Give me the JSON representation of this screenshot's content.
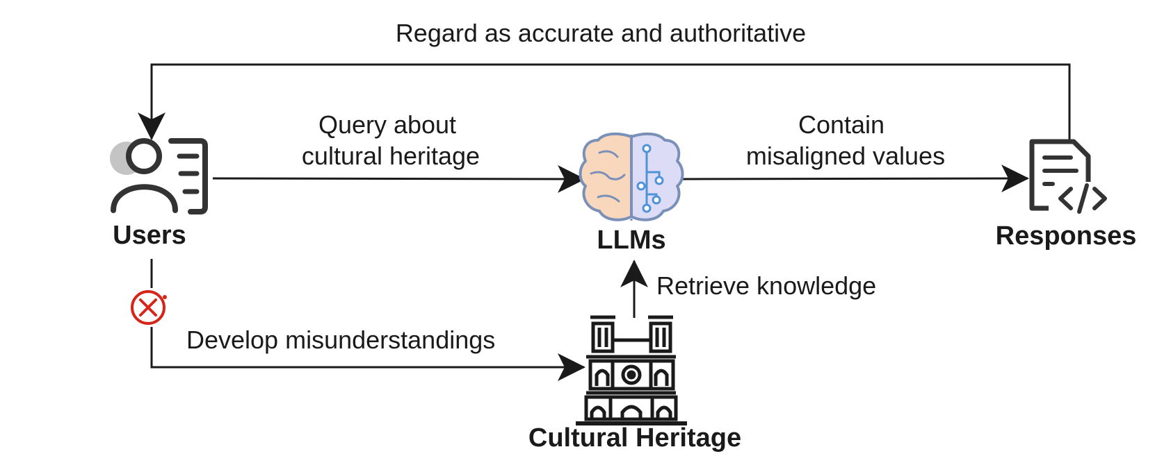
{
  "nodes": {
    "users": {
      "label": "Users"
    },
    "llms": {
      "label": "LLMs"
    },
    "responses": {
      "label": "Responses"
    },
    "heritage": {
      "label": "Cultural Heritage"
    }
  },
  "edges": {
    "query": {
      "line1": "Query about",
      "line2": "cultural heritage"
    },
    "contain": {
      "line1": "Contain",
      "line2": "misaligned values"
    },
    "regard": {
      "label": "Regard as accurate and authoritative"
    },
    "retrieve": {
      "label": "Retrieve knowledge"
    },
    "develop": {
      "label": "Develop misunderstandings"
    }
  },
  "icons": {
    "users": "user-card-icon",
    "llms": "brain-circuit-icon",
    "responses": "code-document-icon",
    "heritage": "cathedral-icon",
    "error": "error-x-icon"
  },
  "colors": {
    "ink": "#1a1a1a",
    "icon_dark": "#333333",
    "error_red": "#d62418",
    "brain_left_fill": "#f9d7bc",
    "brain_right_fill": "#dcdcf6",
    "brain_stroke": "#7a90b8",
    "circuit_blue": "#4f92d8",
    "user_shadow": "#c4c4c4"
  }
}
